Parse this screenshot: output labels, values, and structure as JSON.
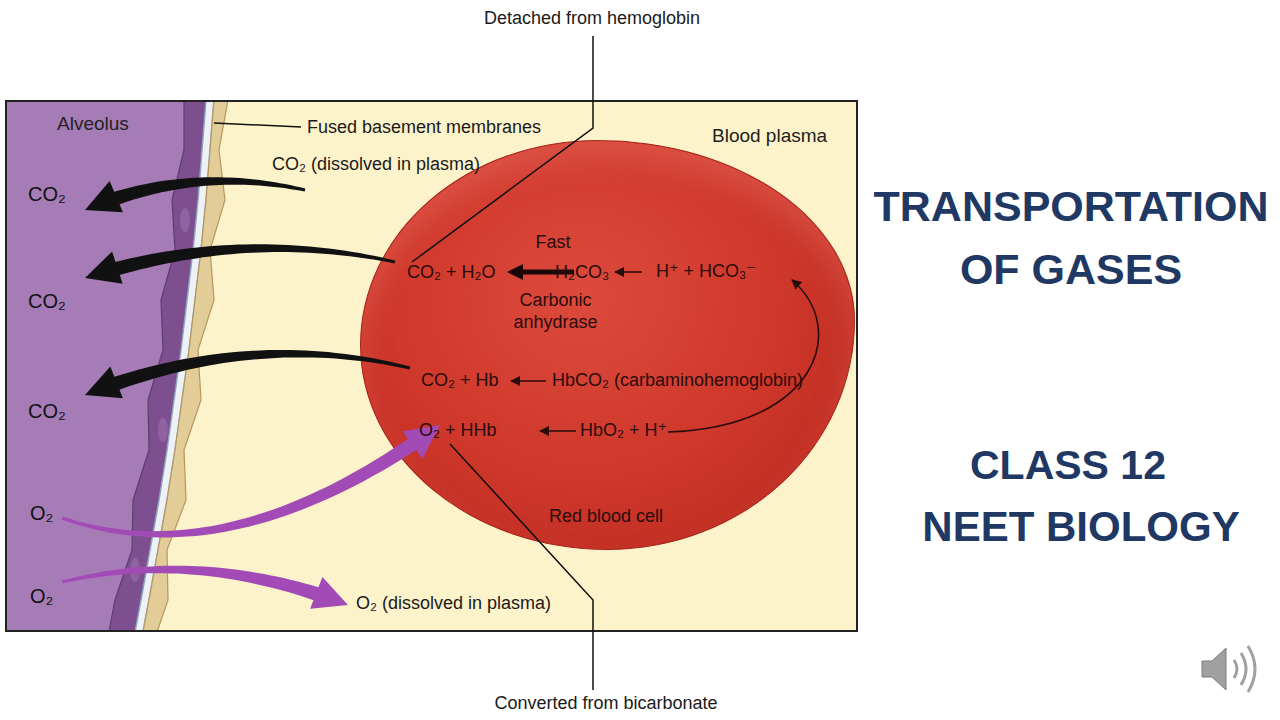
{
  "diagram": {
    "title": "TRANSPORTATION OF GASES",
    "nodes": [
      {
        "text": [
          "Alveolus"
        ]
      },
      {
        "text": [
          "Blood plasma"
        ]
      },
      {
        "text": [
          "Red blood cell"
        ],
        "in": 1
      }
    ],
    "edges": [
      {
        "from": 1,
        "to": 0,
        "arrow": "to",
        "label": "CO₂"
      },
      {
        "from": 2,
        "to": 0,
        "arrow": "to",
        "label": "CO₂"
      },
      {
        "from": 2,
        "to": 0,
        "arrow": "to",
        "label": "CO₂"
      },
      {
        "from": 0,
        "to": 2,
        "arrow": "to",
        "label": "O₂"
      },
      {
        "from": 0,
        "to": 1,
        "arrow": "to",
        "label": "O₂"
      }
    ],
    "labels": [
      "Detached from hemoglobin",
      "Fused basement membranes",
      "CO₂ (dissolved in plasma)",
      "Fast",
      "CO₂ + H₂O",
      "H₂CO₃",
      "H⁺ + HCO₃⁻",
      "Carbonic anhydrase",
      "CO₂ + Hb",
      "HbCO₂ (carbaminohemoglobin)",
      "O₂ + HHb",
      "HbO₂ + H⁺",
      "O₂ (dissolved in plasma)",
      "Converted from bicarbonate",
      "CLASS 12",
      "NEET BIOLOGY"
    ]
  }
}
